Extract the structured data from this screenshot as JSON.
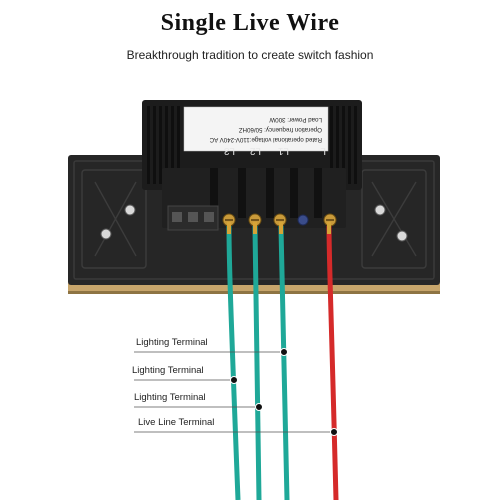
{
  "header": {
    "title": "Single Live Wire",
    "subtitle": "Breakthrough tradition to create switch fashion"
  },
  "module": {
    "label_lines": [
      "Rated operational voltage:110V-240V AC",
      "Operation frequency: 50/60HZ",
      "Load Power: 300W"
    ],
    "terminal_letters": [
      "L",
      "L1",
      "L2",
      "L3"
    ]
  },
  "callouts": [
    {
      "label": "Lighting Terminal"
    },
    {
      "label": "Lighting Terminal"
    },
    {
      "label": "Lighting Terminal"
    },
    {
      "label": "Live Line Terminal"
    }
  ],
  "colors": {
    "switch_body": "#232323",
    "gold_trim": "#c7a56b",
    "teal_wire": "#1fa898",
    "red_wire": "#d52a2a"
  }
}
